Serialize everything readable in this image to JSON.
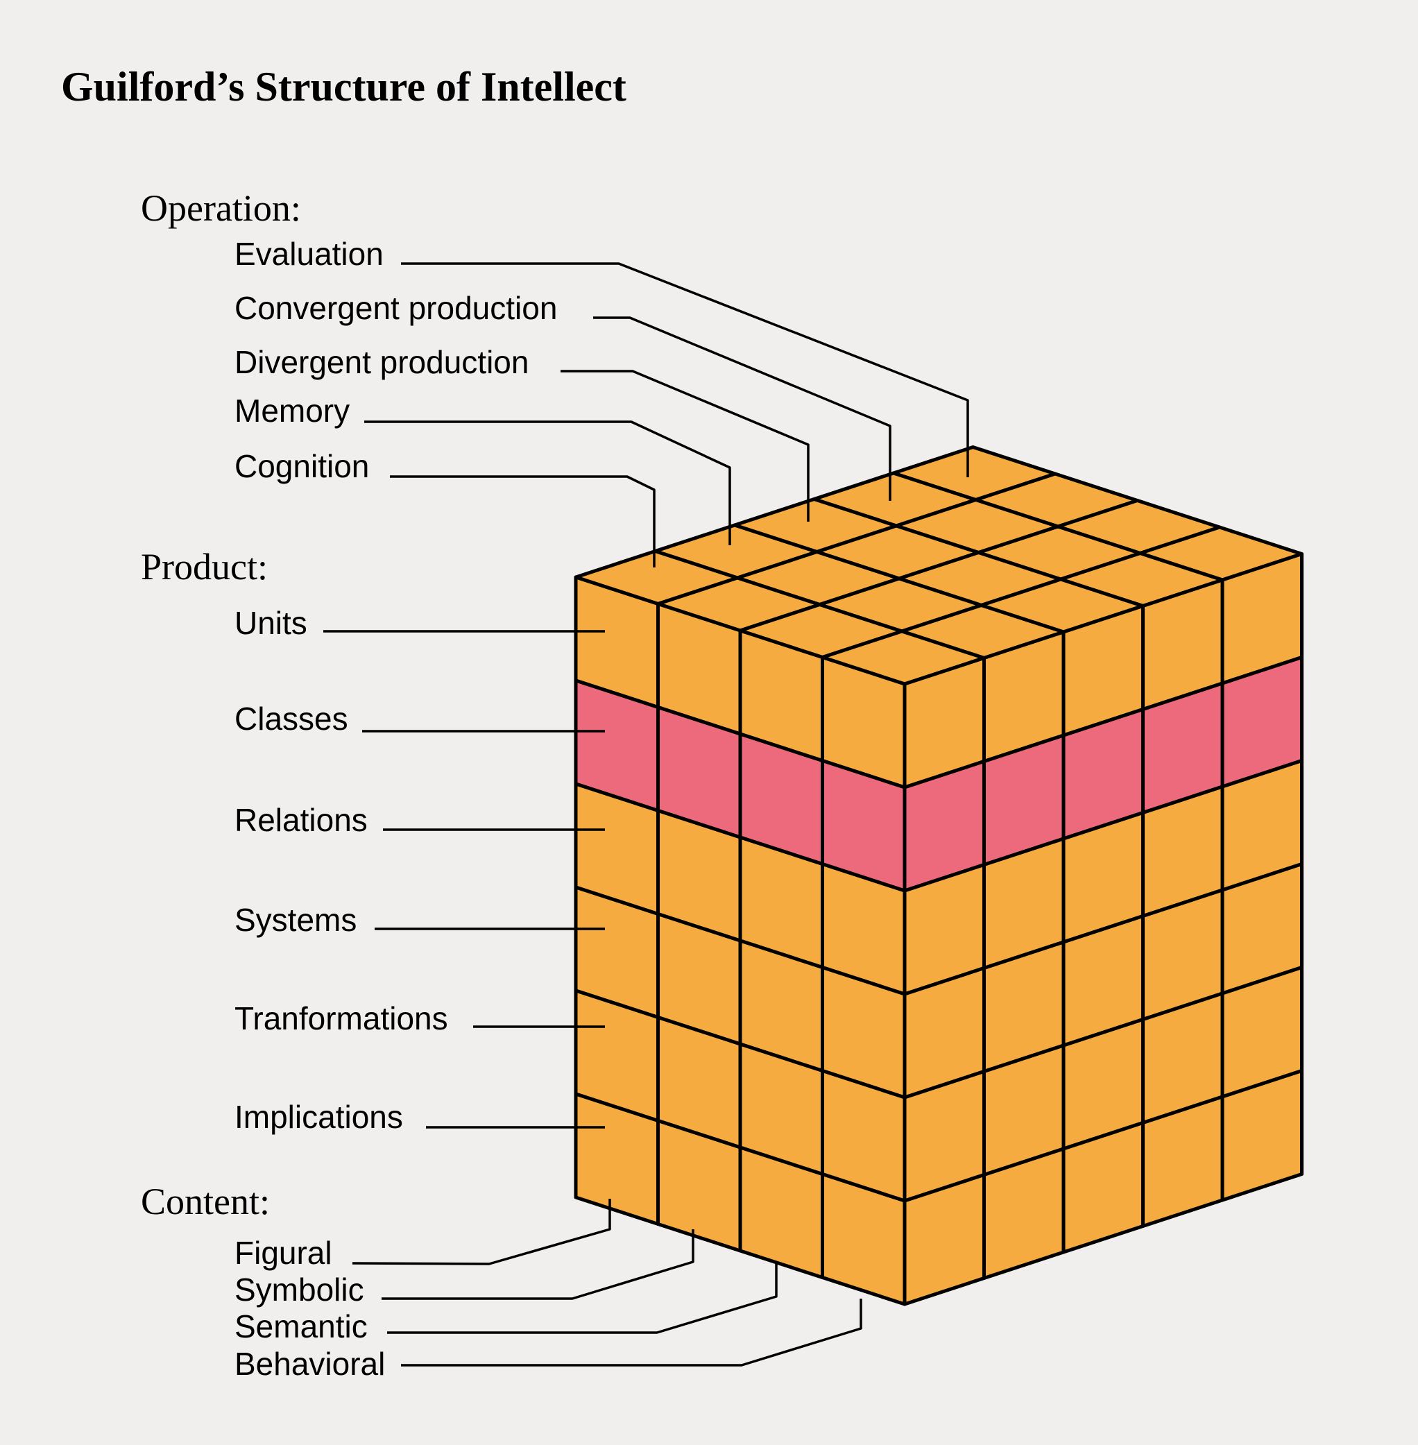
{
  "title": "Guilford’s Structure of Intellect",
  "operation": {
    "heading": "Operation:",
    "items": [
      "Evaluation",
      "Convergent production",
      "Divergent production",
      "Memory",
      "Cognition"
    ]
  },
  "product": {
    "heading": "Product:",
    "items": [
      "Units",
      "Classes",
      "Relations",
      "Systems",
      "Tranformations",
      "Implications"
    ],
    "highlighted": "Classes"
  },
  "content": {
    "heading": "Content:",
    "items": [
      "Figural",
      "Symbolic",
      "Semantic",
      "Behavioral"
    ]
  },
  "colors": {
    "background": "#f0efed",
    "cube_fill": "#f5ab40",
    "highlight_fill": "#ed6a7c",
    "outline": "#000000"
  }
}
